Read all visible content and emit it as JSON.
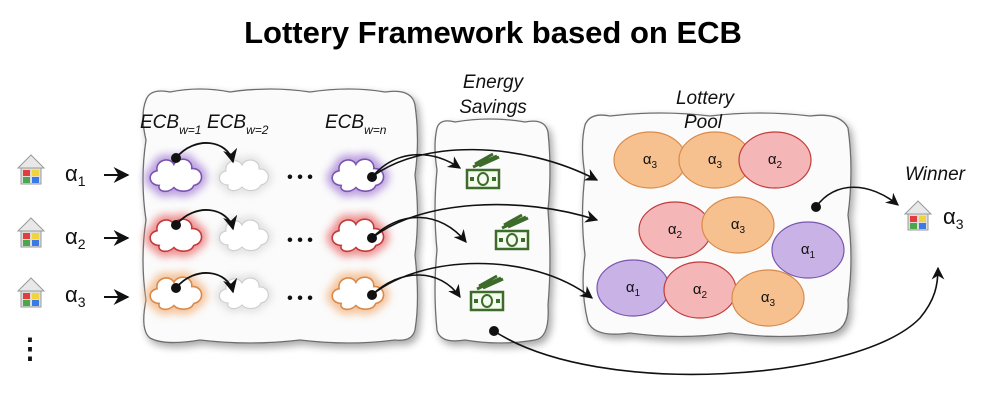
{
  "title": "Lottery Framework based on ECB",
  "users": [
    {
      "symbol": "α",
      "index": "1"
    },
    {
      "symbol": "α",
      "index": "2"
    },
    {
      "symbol": "α",
      "index": "3"
    }
  ],
  "more_users": "⋮",
  "ecb_labels": [
    {
      "base": "ECB",
      "sub": "w=1"
    },
    {
      "base": "ECB",
      "sub": "w=2"
    },
    {
      "base": "ECB",
      "sub": "w=n"
    }
  ],
  "ellipsis": "• • •",
  "energy_savings": {
    "line1": "Energy",
    "line2": "Savings"
  },
  "lottery_pool": {
    "line1": "Lottery",
    "line2": "Pool"
  },
  "pool_tickets": [
    {
      "symbol": "α",
      "index": "3",
      "color": "#f7c18f"
    },
    {
      "symbol": "α",
      "index": "3",
      "color": "#f7c18f"
    },
    {
      "symbol": "α",
      "index": "2",
      "color": "#f4b6b6"
    },
    {
      "symbol": "α",
      "index": "2",
      "color": "#f4b6b6"
    },
    {
      "symbol": "α",
      "index": "3",
      "color": "#f7c18f"
    },
    {
      "symbol": "α",
      "index": "1",
      "color": "#c9b3e6"
    },
    {
      "symbol": "α",
      "index": "1",
      "color": "#c9b3e6"
    },
    {
      "symbol": "α",
      "index": "2",
      "color": "#f4b6b6"
    },
    {
      "symbol": "α",
      "index": "3",
      "color": "#f7c18f"
    }
  ],
  "winner": {
    "label": "Winner",
    "symbol": "α",
    "index": "3"
  },
  "colors": {
    "user1": "#a57fd6",
    "user2": "#e96a6a",
    "user3": "#f2b07a",
    "money": "#3d6b2a"
  },
  "icons": [
    "house-icon",
    "cloud-icon",
    "money-icon",
    "egg-ticket"
  ]
}
